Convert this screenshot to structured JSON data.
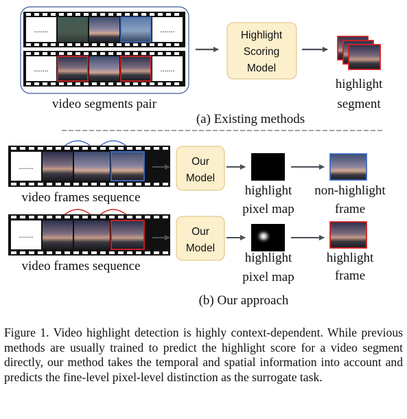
{
  "figure": {
    "part_a": {
      "strip_placeholder": ".......",
      "pair_label": "video segments pair",
      "model_line1": "Highlight",
      "model_line2": "Scoring",
      "model_line3": "Model",
      "output_line1": "highlight",
      "output_line2": "segment",
      "section_label": "(a) Existing methods"
    },
    "part_b": {
      "strip_placeholder": ".......",
      "row1": {
        "sequence_label": "video frames sequence",
        "model_line1": "Our",
        "model_line2": "Model",
        "map_line1": "highlight",
        "map_line2": "pixel map",
        "frame_line1": "non-highlight",
        "frame_line2": "frame"
      },
      "row2": {
        "sequence_label": "video frames sequence",
        "model_line1": "Our",
        "model_line2": "Model",
        "map_line1": "highlight",
        "map_line2": "pixel map",
        "frame_line1": "highlight",
        "frame_line2": "frame"
      },
      "section_label": "(b) Our approach"
    }
  },
  "caption": "Figure 1.  Video highlight detection is highly context-dependent. While previous methods are usually trained to predict the highlight score for a video segment directly, our method takes the temporal and spatial information into account and predicts the fine-level pixel-level distinction as the surrogate task.",
  "colors": {
    "highlight_red": "#d42020",
    "non_highlight_blue": "#3d6cc4",
    "model_box_fill": "#fcefcc",
    "arrow_gray": "#4a5058"
  }
}
